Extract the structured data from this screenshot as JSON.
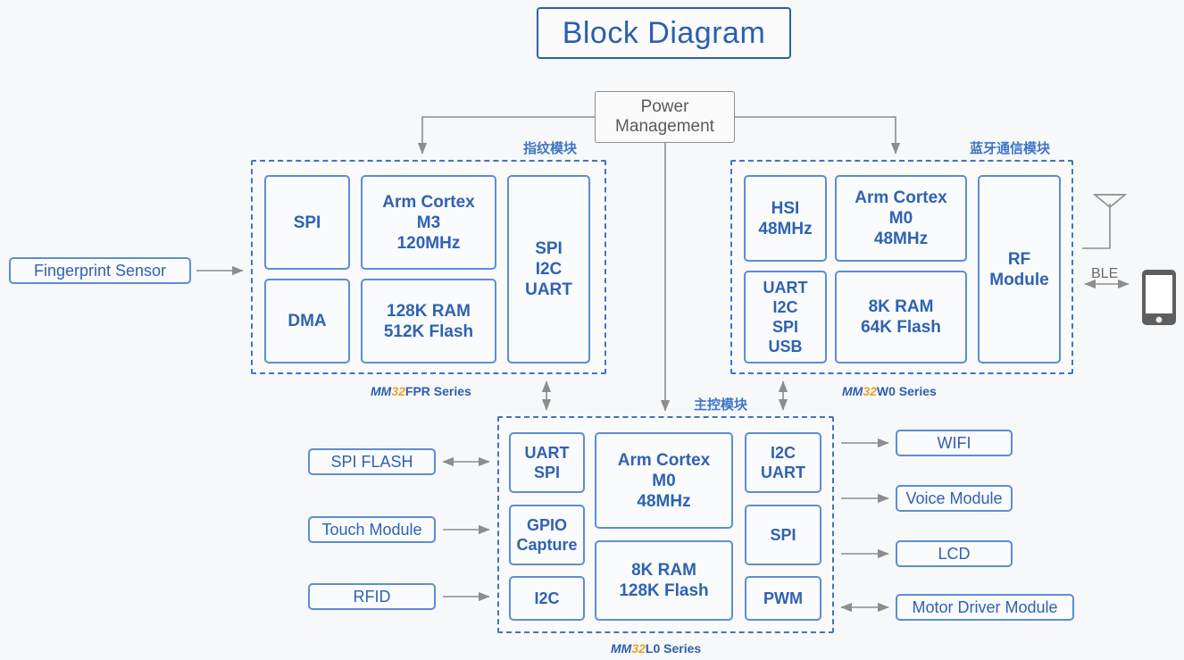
{
  "title": {
    "text": "Block Diagram"
  },
  "power": {
    "label": "Power\nManagement"
  },
  "modules": {
    "fingerprint": {
      "cn_label": "指纹模块",
      "series_mm": "MM",
      "series_32": "32",
      "series_rest": "FPR Series",
      "blocks": {
        "spi": "SPI",
        "dma": "DMA",
        "core": "Arm Cortex\nM3\n120MHz",
        "memory": "128K RAM\n512K Flash",
        "bus": "SPI\nI2C\nUART"
      }
    },
    "bluetooth": {
      "cn_label": "蓝牙通信模块",
      "series_mm": "MM",
      "series_32": "32",
      "series_rest": "W0 Series",
      "blocks": {
        "hsi": "HSI\n48MHz",
        "bus": "UART\nI2C\nSPI\nUSB",
        "core": "Arm Cortex\nM0\n48MHz",
        "memory": "8K RAM\n64K Flash",
        "rf": "RF\nModule"
      }
    },
    "main": {
      "cn_label": "主控模块",
      "series_mm": "MM",
      "series_32": "32",
      "series_rest": "L0 Series",
      "blocks": {
        "uart_spi": "UART\nSPI",
        "gpio": "GPIO\nCapture",
        "i2c": "I2C",
        "core": "Arm Cortex\nM0\n48MHz",
        "memory": "8K RAM\n128K Flash",
        "i2c_uart": "I2C\nUART",
        "spi": "SPI",
        "pwm": "PWM"
      }
    }
  },
  "peripherals": {
    "fingerprint_sensor": "Fingerprint Sensor",
    "spi_flash": "SPI FLASH",
    "touch_module": "Touch Module",
    "rfid": "RFID",
    "wifi": "WIFI",
    "voice_module": "Voice Module",
    "lcd": "LCD",
    "motor_driver": "Motor Driver Module"
  },
  "wireless": {
    "ble_label": "BLE",
    "antenna_icon": "antenna-icon",
    "phone_icon": "smartphone-icon"
  },
  "colors": {
    "accent_blue": "#2b5fb0",
    "block_border": "#5b8ed4",
    "dashed_border": "#3f74c8",
    "orange": "#f0a028",
    "gray_wire": "#8d8d8d",
    "background": "#f7f8f9"
  }
}
